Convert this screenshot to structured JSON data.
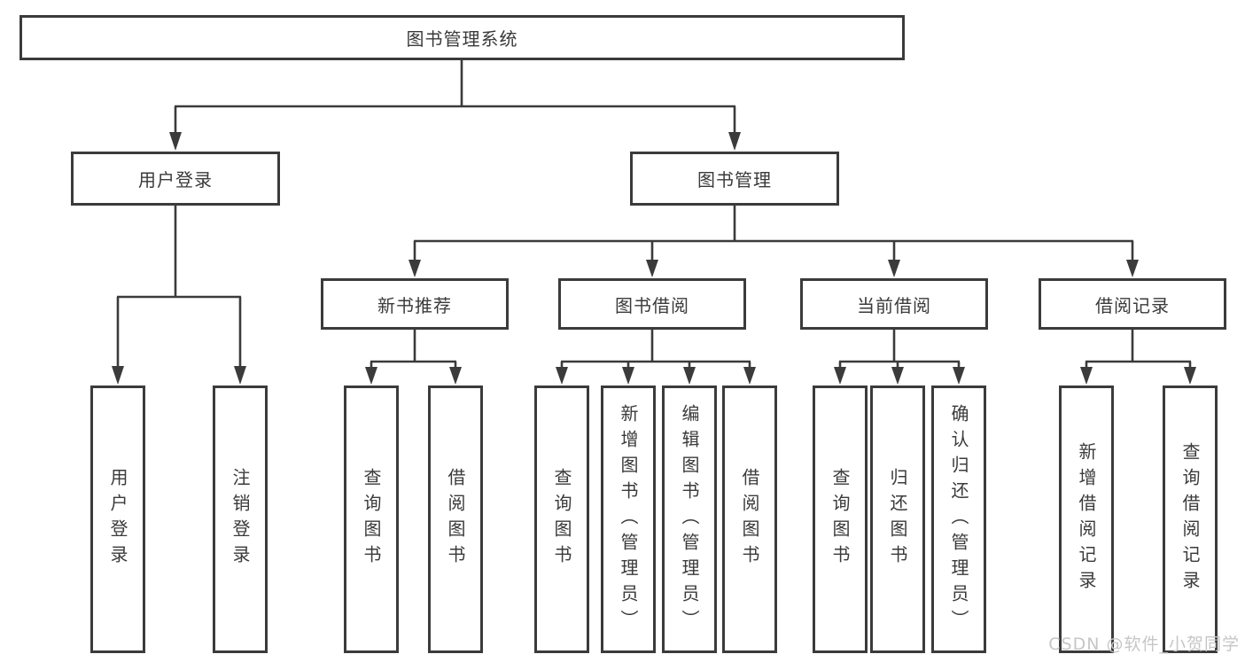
{
  "colors": {
    "line": "#3b3b3b",
    "box_fill": "#ffffff",
    "text": "#3a3a3a",
    "watermark": "#c6c6c6"
  },
  "tree": {
    "root": "图书管理系统",
    "branches": [
      {
        "label": "用户登录",
        "children": [
          "用户登录",
          "注销登录"
        ]
      },
      {
        "label": "图书管理",
        "sections": [
          {
            "label": "新书推荐",
            "children": [
              "查询图书",
              "借阅图书"
            ]
          },
          {
            "label": "图书借阅",
            "children": [
              "查询图书",
              "新增图书（管理员）",
              "编辑图书（管理员）",
              "借阅图书"
            ]
          },
          {
            "label": "当前借阅",
            "children": [
              "查询图书",
              "归还图书",
              "确认归还（管理员）"
            ]
          },
          {
            "label": "借阅记录",
            "children": [
              "新增借阅记录",
              "查询借阅记录"
            ]
          }
        ]
      }
    ]
  },
  "watermark": "CSDN @软件_小贺同学"
}
